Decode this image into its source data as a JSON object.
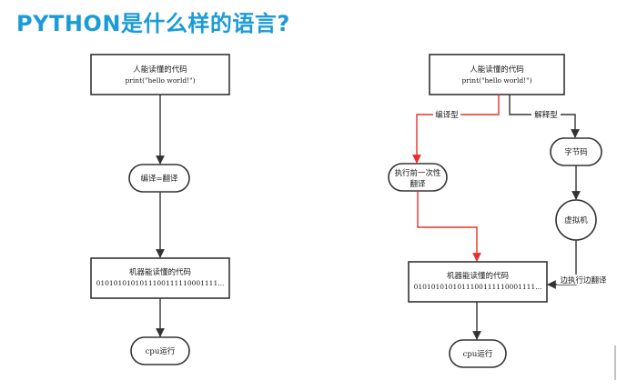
{
  "page": {
    "title": "PYTHON是什么样的语言?"
  },
  "left_flow": {
    "source_line1": "人能读懂的代码",
    "source_line2": "print(\"hello world!\")",
    "compile": "编译=翻译",
    "machine_line1": "机器能读懂的代码",
    "machine_line2": "0101010101011100111110001111...",
    "cpu": "cpu运行"
  },
  "right_flow": {
    "source_line1": "人能读懂的代码",
    "source_line2": "print(\"hello world!\")",
    "compiled_label": "编译型",
    "interpreted_label": "解释型",
    "compile_once_line1": "执行前一次性",
    "compile_once_line2": "翻译",
    "bytecode": "字节码",
    "vm": "虚拟机",
    "exec_translate_label": "边执行边翻译",
    "machine_line1": "机器能读懂的代码",
    "machine_line2": "0101010101011100111110001111...",
    "cpu": "cpu运行"
  },
  "colors": {
    "title": "#1b9bd7",
    "compiled_path": "#e8302a",
    "default_path": "#333333"
  }
}
